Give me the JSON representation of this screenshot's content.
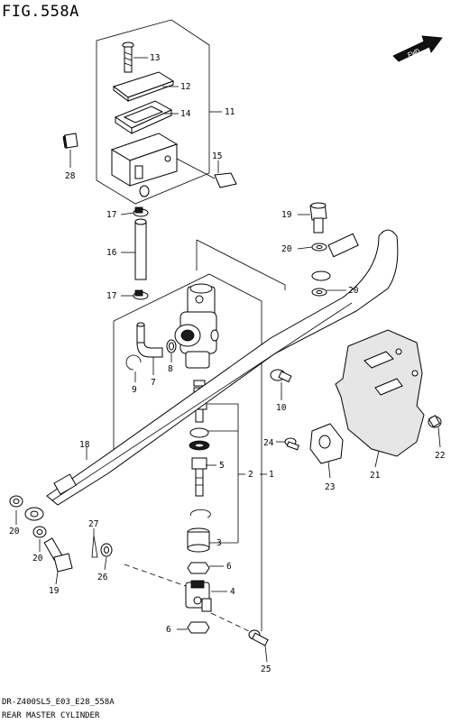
{
  "header": {
    "fig_label": "FIG.558A"
  },
  "footer": {
    "model_code": "DR-Z400SL5_E03_E28_558A",
    "caption": "REAR MASTER CYLINDER"
  },
  "fwd_badge": {
    "label": "FWD"
  },
  "callouts": [
    {
      "id": "c13",
      "label": "13"
    },
    {
      "id": "c12",
      "label": "12"
    },
    {
      "id": "c14",
      "label": "14"
    },
    {
      "id": "c11",
      "label": "11"
    },
    {
      "id": "c28",
      "label": "28"
    },
    {
      "id": "c15",
      "label": "15"
    },
    {
      "id": "c17a",
      "label": "17"
    },
    {
      "id": "c16",
      "label": "16"
    },
    {
      "id": "c17b",
      "label": "17"
    },
    {
      "id": "c19a",
      "label": "19"
    },
    {
      "id": "c20a",
      "label": "20"
    },
    {
      "id": "c20b",
      "label": "20"
    },
    {
      "id": "c8",
      "label": "8"
    },
    {
      "id": "c9",
      "label": "9"
    },
    {
      "id": "c7",
      "label": "7"
    },
    {
      "id": "c10",
      "label": "10"
    },
    {
      "id": "c22",
      "label": "22"
    },
    {
      "id": "c21",
      "label": "21"
    },
    {
      "id": "c24",
      "label": "24"
    },
    {
      "id": "c23",
      "label": "23"
    },
    {
      "id": "c18",
      "label": "18"
    },
    {
      "id": "c5",
      "label": "5"
    },
    {
      "id": "c2",
      "label": "2"
    },
    {
      "id": "c1",
      "label": "1"
    },
    {
      "id": "c3",
      "label": "3"
    },
    {
      "id": "c20c",
      "label": "20"
    },
    {
      "id": "c20d",
      "label": "20"
    },
    {
      "id": "c27",
      "label": "27"
    },
    {
      "id": "c26",
      "label": "26"
    },
    {
      "id": "c19b",
      "label": "19"
    },
    {
      "id": "c6a",
      "label": "6"
    },
    {
      "id": "c4",
      "label": "4"
    },
    {
      "id": "c6b",
      "label": "6"
    },
    {
      "id": "c25",
      "label": "25"
    }
  ]
}
